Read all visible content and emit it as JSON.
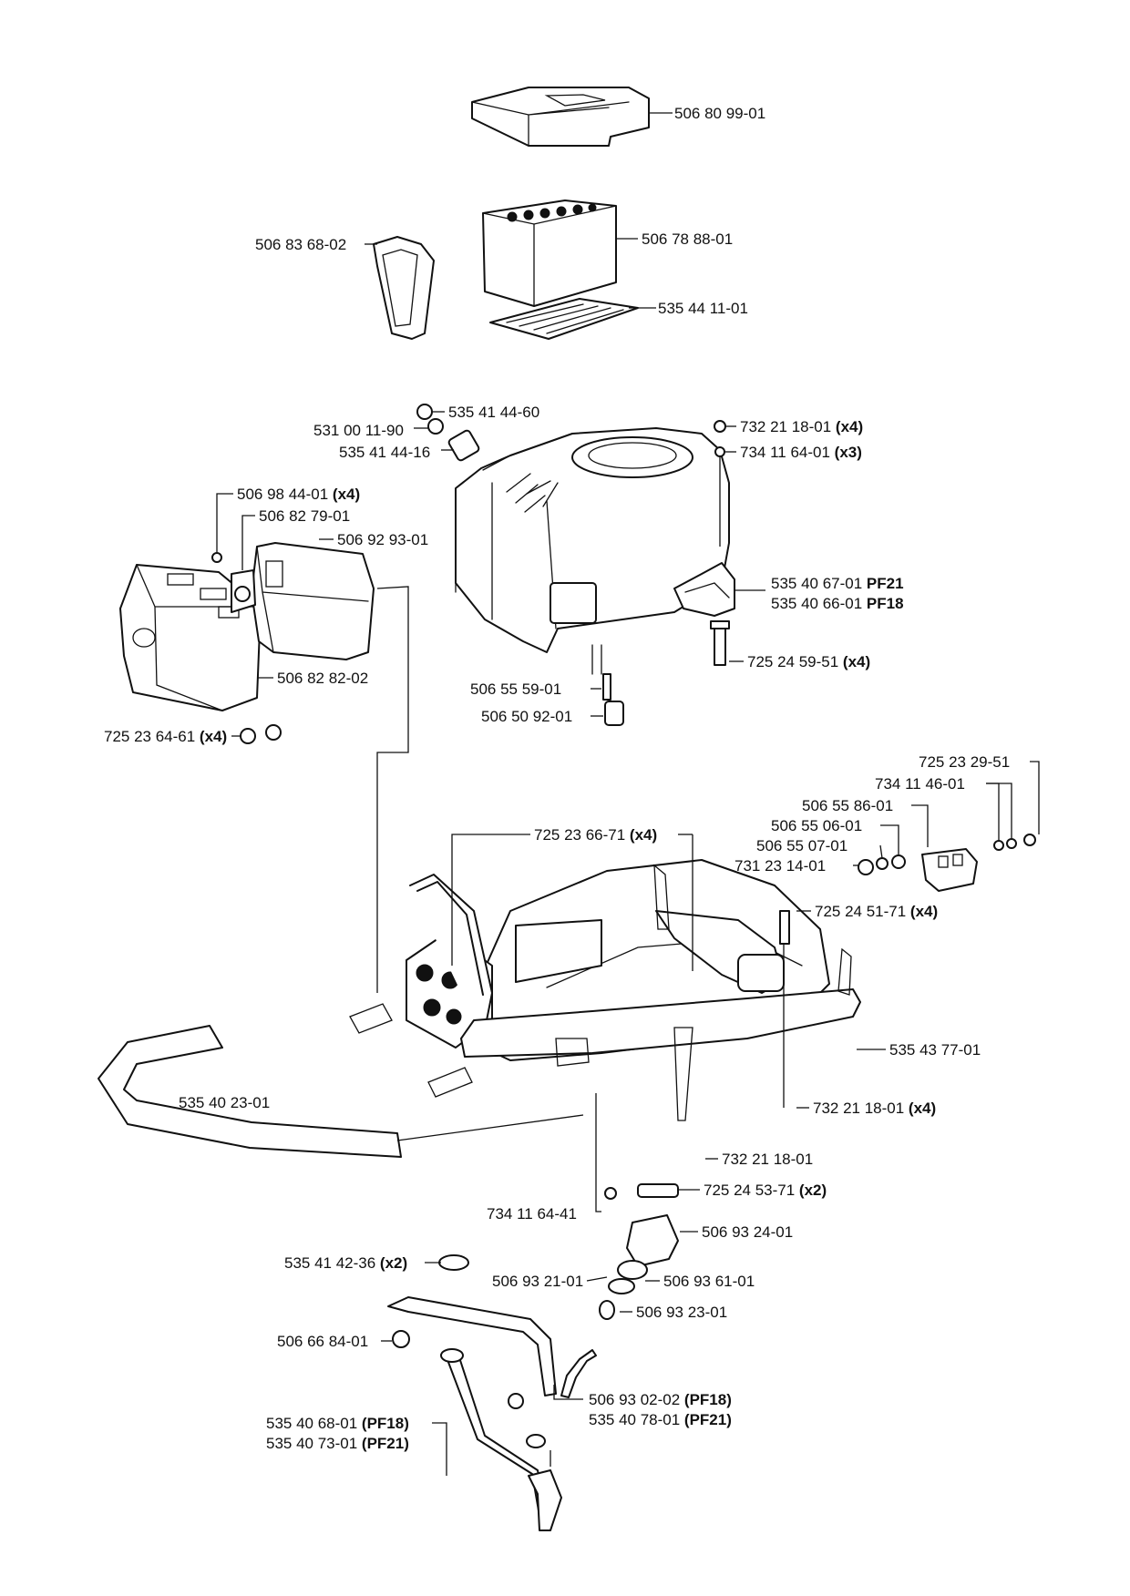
{
  "labels": [
    {
      "id": "p1",
      "main": "506 80 99-01",
      "suffix": ""
    },
    {
      "id": "p2",
      "main": "506 83 68-02",
      "suffix": ""
    },
    {
      "id": "p3",
      "main": "506 78 88-01",
      "suffix": ""
    },
    {
      "id": "p4",
      "main": "535 44 11-01",
      "suffix": ""
    },
    {
      "id": "p5",
      "main": "535 41 44-60",
      "suffix": ""
    },
    {
      "id": "p6",
      "main": "531 00 11-90",
      "suffix": ""
    },
    {
      "id": "p7",
      "main": "535 41 44-16",
      "suffix": ""
    },
    {
      "id": "p8",
      "main": "732 21 18-01 ",
      "suffix": "(x4)"
    },
    {
      "id": "p9",
      "main": "734 11 64-01 ",
      "suffix": "(x3)"
    },
    {
      "id": "p10",
      "main": "506 98 44-01 ",
      "suffix": "(x4)"
    },
    {
      "id": "p11",
      "main": "506 82 79-01",
      "suffix": ""
    },
    {
      "id": "p12",
      "main": "506 92 93-01",
      "suffix": ""
    },
    {
      "id": "p13",
      "main": "535 40 67-01 ",
      "suffix": "PF21"
    },
    {
      "id": "p14",
      "main": "535 40 66-01 ",
      "suffix": "PF18"
    },
    {
      "id": "p15",
      "main": "506 82 82-02",
      "suffix": ""
    },
    {
      "id": "p16",
      "main": "725 24 59-51 ",
      "suffix": "(x4)"
    },
    {
      "id": "p17",
      "main": "506 55 59-01",
      "suffix": ""
    },
    {
      "id": "p18",
      "main": "506 50 92-01",
      "suffix": ""
    },
    {
      "id": "p19",
      "main": "725 23 64-61 ",
      "suffix": "(x4)"
    },
    {
      "id": "p20",
      "main": "725 23 29-51",
      "suffix": ""
    },
    {
      "id": "p21",
      "main": "734 11 46-01",
      "suffix": ""
    },
    {
      "id": "p22",
      "main": "506 55 86-01",
      "suffix": ""
    },
    {
      "id": "p23",
      "main": "506 55 06-01",
      "suffix": ""
    },
    {
      "id": "p24",
      "main": "725 23 66-71 ",
      "suffix": "(x4)"
    },
    {
      "id": "p25",
      "main": "506 55 07-01",
      "suffix": ""
    },
    {
      "id": "p26",
      "main": "731 23 14-01",
      "suffix": ""
    },
    {
      "id": "p27",
      "main": "725 24 51-71 ",
      "suffix": "(x4)"
    },
    {
      "id": "p28",
      "main": "535 43 77-01",
      "suffix": ""
    },
    {
      "id": "p29",
      "main": "535 40 23-01",
      "suffix": ""
    },
    {
      "id": "p30",
      "main": "732 21 18-01 ",
      "suffix": "(x4)"
    },
    {
      "id": "p31",
      "main": "732 21 18-01",
      "suffix": ""
    },
    {
      "id": "p32",
      "main": "725 24 53-71 ",
      "suffix": "(x2)"
    },
    {
      "id": "p33",
      "main": "734 11 64-41",
      "suffix": ""
    },
    {
      "id": "p34",
      "main": "506 93 24-01",
      "suffix": ""
    },
    {
      "id": "p35",
      "main": "535 41 42-36 ",
      "suffix": "(x2)"
    },
    {
      "id": "p36",
      "main": "506 93 21-01",
      "suffix": ""
    },
    {
      "id": "p37",
      "main": "506 93 61-01",
      "suffix": ""
    },
    {
      "id": "p38",
      "main": "506 93 23-01",
      "suffix": ""
    },
    {
      "id": "p39",
      "main": "506 66 84-01",
      "suffix": ""
    },
    {
      "id": "p40",
      "main": "506 93 02-02 ",
      "suffix": "(PF18)"
    },
    {
      "id": "p41",
      "main": "535 40 78-01 ",
      "suffix": "(PF21)"
    },
    {
      "id": "p42",
      "main": "535 40 68-01 ",
      "suffix": "(PF18)"
    },
    {
      "id": "p43",
      "main": "535 40 73-01 ",
      "suffix": "(PF21)"
    }
  ]
}
